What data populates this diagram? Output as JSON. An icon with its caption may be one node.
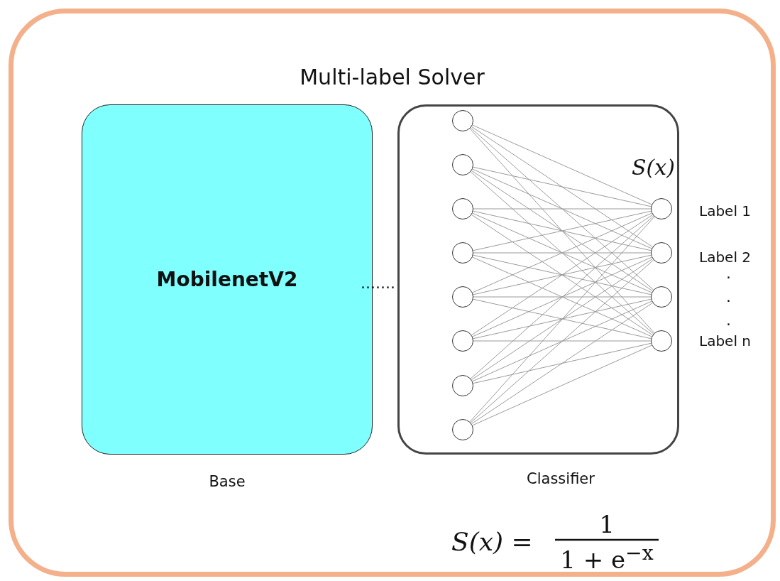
{
  "diagram": {
    "nodes": [
      {
        "text": [
          "Multi-label Solver"
        ]
      },
      {
        "text": [
          "MobilenetV2"
        ],
        "beside": [
          "Base"
        ],
        "in": 0
      },
      {
        "text": [],
        "shape": "box",
        "beside": [
          "Classifier"
        ],
        "in": 0
      },
      {
        "text": [],
        "shape": "circle",
        "in": 2
      },
      {
        "text": [],
        "shape": "circle",
        "in": 2
      },
      {
        "text": [],
        "shape": "circle",
        "in": 2
      },
      {
        "text": [],
        "shape": "circle",
        "in": 2
      },
      {
        "text": [],
        "shape": "circle",
        "in": 2
      },
      {
        "text": [],
        "shape": "circle",
        "in": 2
      },
      {
        "text": [],
        "shape": "circle",
        "in": 2
      },
      {
        "text": [],
        "shape": "circle",
        "in": 2
      },
      {
        "text": [],
        "shape": "circle",
        "in": 2
      },
      {
        "text": [],
        "shape": "circle",
        "in": 2
      },
      {
        "text": [],
        "shape": "circle",
        "in": 2
      },
      {
        "text": [],
        "shape": "circle",
        "in": 2
      }
    ],
    "edges": [
      {
        "from": 3,
        "to": 11,
        "arrow": "none"
      },
      {
        "from": 3,
        "to": 12,
        "arrow": "none"
      },
      {
        "from": 3,
        "to": 13,
        "arrow": "none"
      },
      {
        "from": 3,
        "to": 14,
        "arrow": "none"
      },
      {
        "from": 4,
        "to": 11,
        "arrow": "none"
      },
      {
        "from": 4,
        "to": 12,
        "arrow": "none"
      },
      {
        "from": 4,
        "to": 13,
        "arrow": "none"
      },
      {
        "from": 4,
        "to": 14,
        "arrow": "none"
      },
      {
        "from": 5,
        "to": 11,
        "arrow": "none"
      },
      {
        "from": 5,
        "to": 12,
        "arrow": "none"
      },
      {
        "from": 5,
        "to": 13,
        "arrow": "none"
      },
      {
        "from": 5,
        "to": 14,
        "arrow": "none"
      },
      {
        "from": 6,
        "to": 11,
        "arrow": "none"
      },
      {
        "from": 6,
        "to": 12,
        "arrow": "none"
      },
      {
        "from": 6,
        "to": 13,
        "arrow": "none"
      },
      {
        "from": 6,
        "to": 14,
        "arrow": "none"
      },
      {
        "from": 7,
        "to": 11,
        "arrow": "none"
      },
      {
        "from": 7,
        "to": 12,
        "arrow": "none"
      },
      {
        "from": 7,
        "to": 13,
        "arrow": "none"
      },
      {
        "from": 7,
        "to": 14,
        "arrow": "none"
      },
      {
        "from": 8,
        "to": 11,
        "arrow": "none"
      },
      {
        "from": 8,
        "to": 12,
        "arrow": "none"
      },
      {
        "from": 8,
        "to": 13,
        "arrow": "none"
      },
      {
        "from": 8,
        "to": 14,
        "arrow": "none"
      },
      {
        "from": 9,
        "to": 11,
        "arrow": "none"
      },
      {
        "from": 9,
        "to": 12,
        "arrow": "none"
      },
      {
        "from": 9,
        "to": 13,
        "arrow": "none"
      },
      {
        "from": 9,
        "to": 14,
        "arrow": "none"
      },
      {
        "from": 10,
        "to": 11,
        "arrow": "none"
      },
      {
        "from": 10,
        "to": 12,
        "arrow": "none"
      },
      {
        "from": 10,
        "to": 13,
        "arrow": "none"
      },
      {
        "from": 10,
        "to": 14,
        "arrow": "none"
      }
    ],
    "labels": [
      ".......",
      "S(x)",
      "Label 1",
      "Label 2",
      ".",
      ".",
      ".",
      "Label n",
      "S(x) =",
      "1",
      "1 + e$^{−x}$"
    ]
  }
}
